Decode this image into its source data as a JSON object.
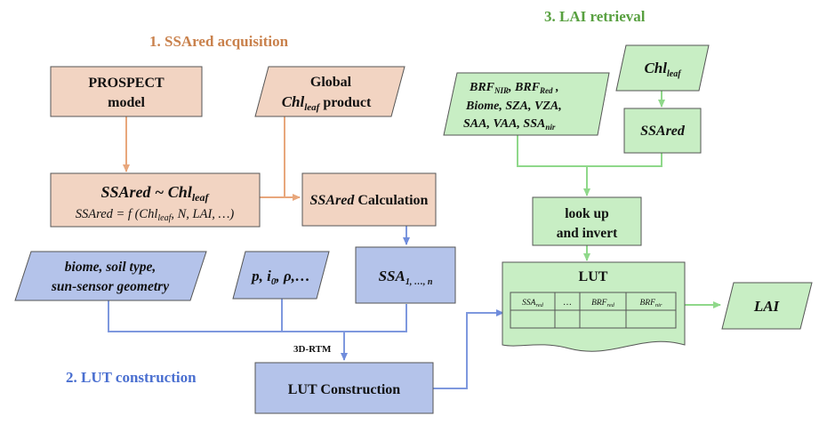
{
  "sections": {
    "acquisition": "1. SSAred acquisition",
    "lut": "2. LUT construction",
    "retrieval": "3. LAI retrieval"
  },
  "nodes": {
    "prospect": [
      "PROSPECT",
      "model"
    ],
    "global_product": {
      "line1": "Global",
      "chl": "Chl",
      "chl_sub": "leaf",
      "product": " product"
    },
    "ssared_chl": {
      "ssared": "SSAred ~ ",
      "chl": "Chl",
      "chl_sub": "leaf",
      "formula_pre": "SSAred = f (Chl",
      "formula_sub": "leaf",
      "formula_post": ", N, LAI, …)"
    },
    "ssared_calc": {
      "ssared": "SSAred",
      "rest": " Calculation"
    },
    "biome_soil": [
      "biome, soil type,",
      "sun-sensor geometry"
    ],
    "p_i_rho": {
      "p": "p, i",
      "sub": "0",
      "rho": ", ρ,…"
    },
    "ssa_n": {
      "main": "SSA",
      "sub": "1, …, n"
    },
    "rtm_label": "3D-RTM",
    "lut_construction": "LUT Construction",
    "brf_inputs": {
      "brf": "BRF",
      "nir_sub": "NIR",
      "comma_brf": ", BRF",
      "red_sub": "Red",
      "comma": " ,",
      "line2": "Biome, SZA, VZA,",
      "line3_pre": "SAA, VAA, SSA",
      "line3_sub": "nir"
    },
    "chl_leaf": {
      "chl": "Chl",
      "sub": "leaf"
    },
    "ssared_box": "SSAred",
    "look_up": [
      "look up",
      "and invert"
    ],
    "lut_title": "LUT",
    "lut_table_headers": [
      {
        "main": "SSA",
        "sub": "red"
      },
      {
        "main": "…",
        "sub": ""
      },
      {
        "main": "BRF",
        "sub": "red"
      },
      {
        "main": "BRF",
        "sub": "nir"
      }
    ],
    "lai": "LAI"
  },
  "colors": {
    "orange_fill": "#f2d4c2",
    "orange_line": "#e8a77c",
    "blue_fill": "#b4c3ea",
    "blue_line": "#7e98de",
    "green_fill": "#c8eec4",
    "green_line": "#8fd88a"
  }
}
